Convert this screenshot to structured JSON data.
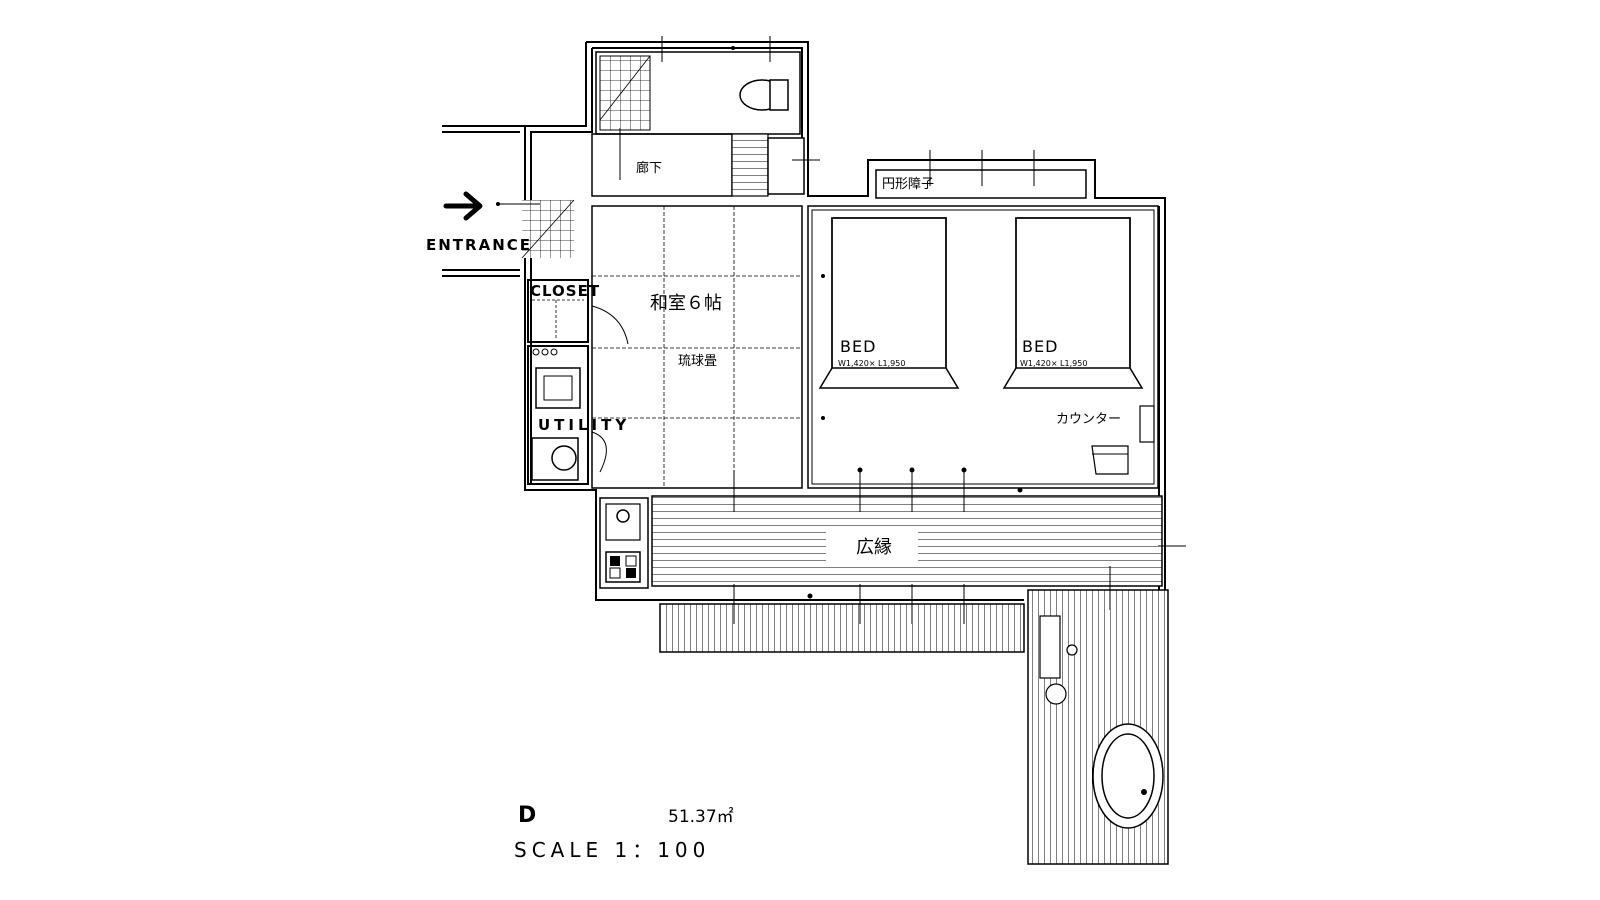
{
  "labels": {
    "entrance": "ENTRANCE",
    "hallway": "廊下",
    "round_shoji": "円形障子",
    "closet": "CLOSET",
    "washitsu": "和室６帖",
    "ryukyu_tatami": "琉球畳",
    "utility": "UTILITY",
    "bed1": "BED",
    "bed1_size": "W1,420× L1,950",
    "bed2": "BED",
    "bed2_size": "W1,420× L1,950",
    "counter": "カウンター",
    "hiroen": "広縁"
  },
  "footer": {
    "unit_type": "D",
    "area": "51.37㎡",
    "scale": "SCALE 1：100"
  }
}
